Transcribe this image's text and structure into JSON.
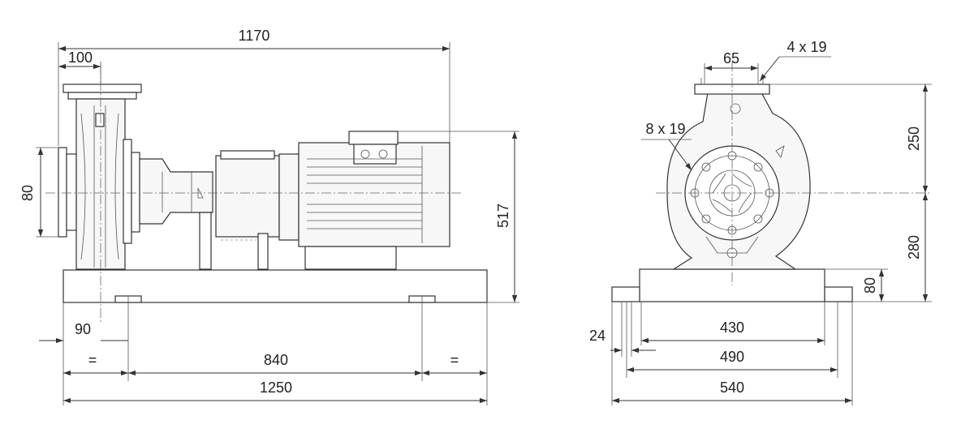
{
  "drawing": {
    "side_view": {
      "dims": {
        "overall_length": "1170",
        "discharge_offset": "100",
        "suction_flange": "80",
        "foot_offset": "90",
        "base_pitch": "840",
        "base_length": "1250",
        "equal_left": "=",
        "equal_right": "=",
        "total_height": "517"
      }
    },
    "end_view": {
      "dims": {
        "discharge_size": "65",
        "discharge_holes": "4 x 19",
        "suction_holes": "8 x 19",
        "outlet_height": "250",
        "shaft_height": "280",
        "base_height": "80",
        "bolt_hole": "24",
        "bolt_span_inner": "430",
        "bolt_span": "490",
        "base_width": "540"
      }
    }
  }
}
